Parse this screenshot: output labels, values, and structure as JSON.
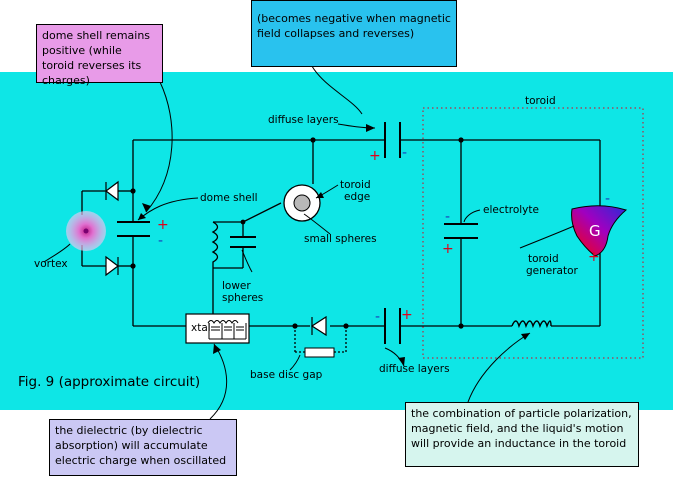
{
  "callouts": {
    "dome_note": "dome shell remains positive (while toroid reverses its charges)",
    "negative_note": "(becomes negative when magnetic field collapses and reverses)",
    "dielectric_note": "the dielectric (by dielectric absorption) will accumulate electric charge when oscillated",
    "inductance_note": "the combination of particle polarization, magnetic field, and the liquid's motion will provide an inductance in the toroid"
  },
  "labels": {
    "diffuse_top": "diffuse layers",
    "diffuse_bottom": "diffuse layers",
    "toroid": "toroid",
    "dome_shell": "dome shell",
    "toroid_edge_1": "toroid",
    "toroid_edge_2": "edge",
    "small_spheres": "small spheres",
    "electrolyte": "electrolyte",
    "vortex": "vortex",
    "lower_spheres_1": "lower",
    "lower_spheres_2": "spheres",
    "toroid_gen_1": "toroid",
    "toroid_gen_2": "generator",
    "generator_symbol": "G",
    "xtal": "xtal",
    "base_disc_gap": "base disc gap",
    "fig_caption": "Fig. 9 (approximate circuit)",
    "plus": "+",
    "minus": "-"
  },
  "colors": {
    "panel": "#0ee6e6",
    "dome_note_bg": "#e89be8",
    "negative_note_bg": "#29c2ee",
    "dielectric_note_bg": "#cbc8f4",
    "inductance_note_bg": "#d6f5ee",
    "positive": "#e0001b",
    "negative": "#1a3dbb"
  }
}
